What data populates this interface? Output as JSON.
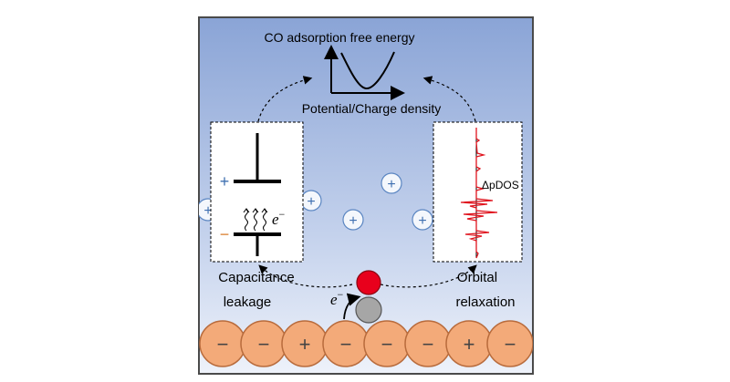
{
  "top_plot": {
    "title": "CO adsorption free energy",
    "x_label": "Potential/Charge density"
  },
  "left_panel": {
    "plus_sign": "+",
    "minus_sign": "−",
    "electron_label": "e",
    "electron_superscript": "−",
    "caption_line1": "Capacitance",
    "caption_line2": "leakage"
  },
  "right_panel": {
    "curve_label": "ΔpDOS",
    "caption_line1": "Orbital",
    "caption_line2": "relaxation"
  },
  "middle": {
    "electron_label": "e",
    "electron_superscript": "−"
  },
  "ions": {
    "symbol": "+",
    "count": 5
  },
  "electrode": {
    "atom_charges": [
      "−",
      "−",
      "+",
      "−",
      "−",
      "−",
      "+",
      "−"
    ]
  },
  "colors": {
    "frame": "#4a4a4a",
    "background_top": "#8aa4d6",
    "background_bottom": "#eef2fa",
    "electrode_atom_fill": "#f3aa79",
    "electrode_atom_stroke": "#b86b3c",
    "ion_stroke": "#5b86c2",
    "plus_sign_blue": "#3e6fb0",
    "minus_sign_orange": "#d97f2e",
    "oxygen_red": "#e8001c",
    "carbon_grey": "#a6a6a6",
    "pdos_red": "#e0141e"
  }
}
